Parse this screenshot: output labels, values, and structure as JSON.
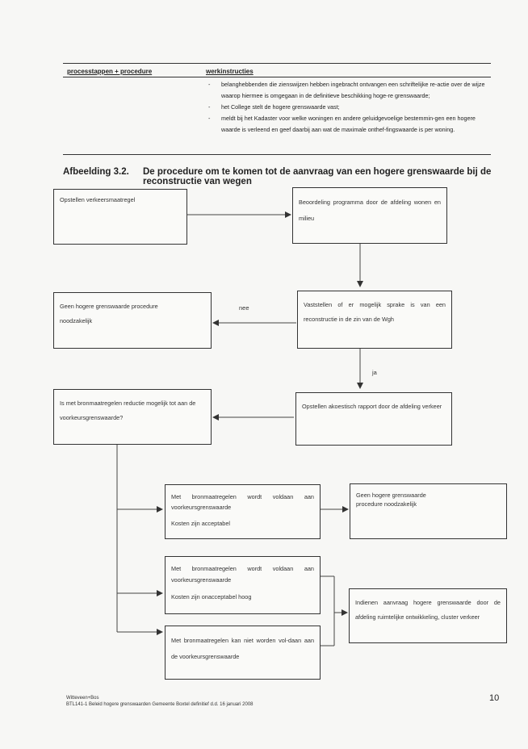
{
  "table": {
    "col1_header": "processtappen + procedure",
    "col2_header": "werkinstructies",
    "instructions": [
      "belanghebbenden die zienswijzen hebben ingebracht ontvangen een schriftelijke re-actie over de wijze waarop hiermee is omgegaan in de definitieve beschikking hoge-re grenswaarde;",
      "het College stelt de hogere grenswaarde vast;",
      "meldt bij het Kadaster voor welke woningen en andere geluidgevoelige bestemmin-gen een hogere waarde is verleend en geef daarbij aan wat de maximale onthef-fingswaarde is per woning."
    ]
  },
  "figure": {
    "label": "Afbeelding 3.2.",
    "title": "De procedure om te komen tot de aanvraag van een hogere grenswaarde bij de reconstructie van wegen"
  },
  "flow": {
    "box1": "Opstellen verkeersmaatregel",
    "box2": "Beoordeling programma door de afdeling wonen en milieu",
    "box3": "Geen hogere grenswaarde procedure noodzakelijk",
    "box4": "Vaststellen of er mogelijk sprake is van een reconstructie in de zin van de Wgh",
    "box5": "Is met bronmaatregelen reductie mogelijk tot aan de voorkeursgrenswaarde?",
    "box6": "Opstellen akoestisch rapport door de afdeling verkeer",
    "box7_line1": "Met bronmaatregelen wordt voldaan aan voorkeursgrenswaarde",
    "box7_line2": "Kosten zijn acceptabel",
    "box8": "Geen hogere grenswaarde procedure noodzakelijk",
    "box9_line1": "Met bronmaatregelen wordt voldaan aan voorkeursgrenswaarde",
    "box9_line2": "Kosten zijn onacceptabel hoog",
    "box10": "Indienen aanvraag hogere grenswaarde door de afdeling ruimtelijke ontwikkeling, cluster verkeer",
    "box11": "Met bronmaatregelen kan niet worden vol-daan aan de voorkeursgrenswaarde",
    "label_nee": "nee",
    "label_ja": "ja"
  },
  "footer": {
    "line1": "Witteveen+Bos",
    "line2": "BTL141-1 Beleid hogere grenswaarden Gemeente Boxtel definitief d.d. 16 januari 2008",
    "page_number": "10"
  }
}
